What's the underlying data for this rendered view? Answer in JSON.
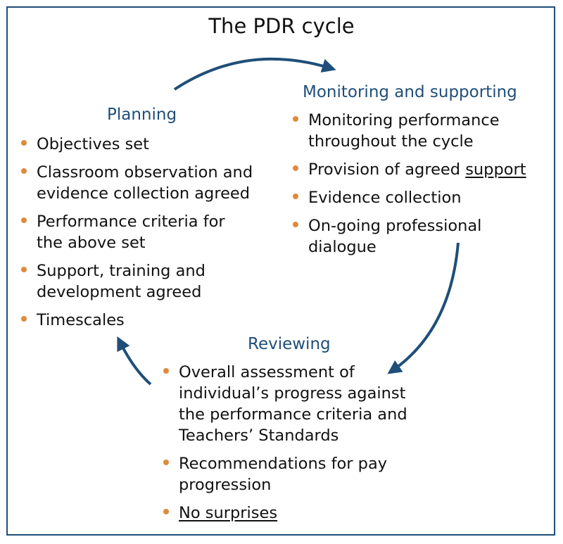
{
  "title": "The PDR cycle",
  "colors": {
    "heading": "#1f4e79",
    "bullet": "#e08a3c",
    "arrow": "#1f4e79",
    "border": "#1f4e79"
  },
  "planning": {
    "heading": "Planning",
    "items": [
      {
        "lines": [
          "Objectives set"
        ]
      },
      {
        "lines": [
          "Classroom observation and",
          "evidence collection agreed"
        ]
      },
      {
        "lines": [
          "Performance criteria for",
          "the above set"
        ]
      },
      {
        "lines": [
          "Support, training and",
          "development agreed"
        ]
      },
      {
        "lines": [
          "Timescales"
        ]
      }
    ]
  },
  "monitoring": {
    "heading": "Monitoring and supporting",
    "items": [
      {
        "lines": [
          "Monitoring performance",
          "throughout the cycle"
        ]
      },
      {
        "prefix": "Provision of agreed ",
        "underlined": "support"
      },
      {
        "lines": [
          "Evidence collection"
        ]
      },
      {
        "lines": [
          "On-going professional",
          "dialogue"
        ]
      }
    ]
  },
  "reviewing": {
    "heading": "Reviewing",
    "items": [
      {
        "lines": [
          "Overall assessment of",
          "individual’s progress against",
          "the performance criteria and",
          "Teachers’ Standards"
        ]
      },
      {
        "lines": [
          "Recommendations for pay",
          "progression"
        ]
      },
      {
        "underlined": "No surprises"
      }
    ]
  }
}
